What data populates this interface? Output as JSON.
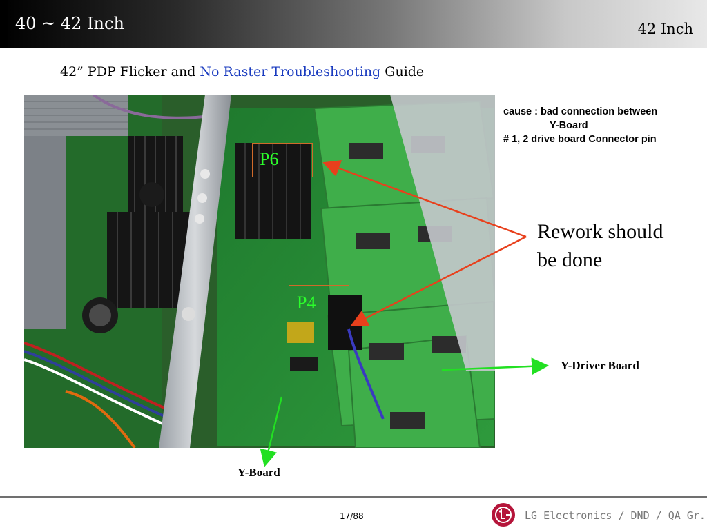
{
  "header": {
    "title": "40 ~ 42 Inch",
    "right_label": "42 Inch"
  },
  "slide": {
    "heading_part1": "42” PDP Flicker and ",
    "heading_highlight": "No Raster Troubleshooting",
    "heading_part3": " Guide"
  },
  "cause": {
    "line1": "cause  : bad connection between",
    "line2": "Y-Board",
    "line3": "# 1, 2 drive board Connector pin"
  },
  "callout": {
    "line1": "Rework should",
    "line2": "be done"
  },
  "labels": {
    "y_driver_board": "Y-Driver Board",
    "y_board": "Y-Board",
    "p6": "P6",
    "p4": "P4"
  },
  "footer": {
    "page": "17/88",
    "company": "LG Electronics / DND / QA Gr."
  },
  "colors": {
    "arrow_red": "#e8401c",
    "arrow_green": "#22e022",
    "marker_green": "#2bff2b",
    "heading_highlight": "#1a3bbf",
    "logo_red": "#b5153a"
  }
}
